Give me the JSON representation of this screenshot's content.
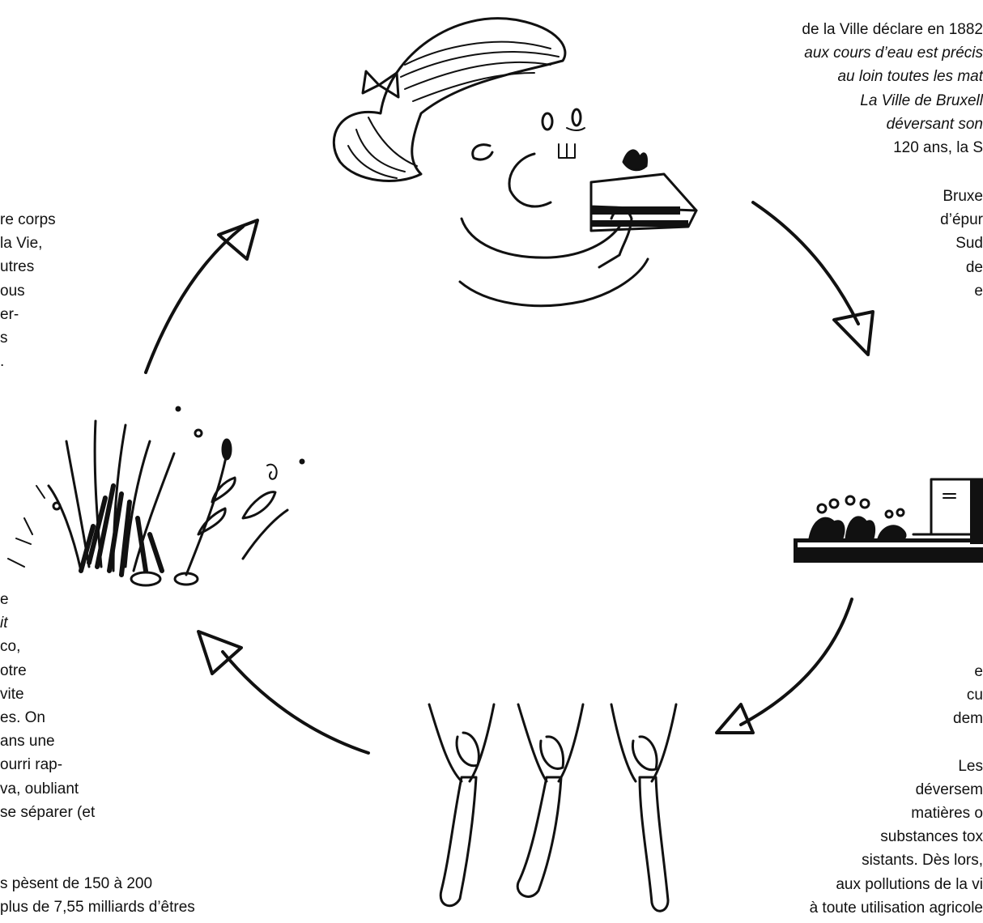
{
  "text_top_right": {
    "lines": [
      {
        "text": "de la Ville déclare en 1882",
        "italic": false
      },
      {
        "text": "aux cours d’eau est précis",
        "italic": true
      },
      {
        "text": "au loin toutes les mat",
        "italic": true
      },
      {
        "text": "La Ville de Bruxell",
        "italic": true
      },
      {
        "text": "déversant son",
        "italic": true
      },
      {
        "text": "120 ans, la S",
        "italic": false
      }
    ]
  },
  "text_mid_right": {
    "lines": [
      "Bruxe",
      "d’épur",
      "Sud",
      "de",
      "e"
    ]
  },
  "text_top_left": {
    "lines": [
      "re corps",
      "la Vie,",
      "utres",
      "ous",
      "er-",
      "s",
      "."
    ]
  },
  "text_bottom_left": {
    "lines": [
      {
        "text": "e",
        "italic": false
      },
      {
        "text": "it",
        "italic": true
      },
      {
        "text": "co,",
        "italic": false
      },
      {
        "text": "otre",
        "italic": false
      },
      {
        "text": "vite",
        "italic": false
      },
      {
        "text": "es. On",
        "italic": false
      },
      {
        "text": "ans une",
        "italic": false
      },
      {
        "text": "ourri rap-",
        "italic": false
      },
      {
        "text": "va, oubliant",
        "italic": false
      },
      {
        "text": "se séparer (et",
        "italic": false
      }
    ],
    "footer": [
      "s pèsent de 150 à 200",
      "plus de 7,55 milliards d’êtres"
    ]
  },
  "text_bottom_right": {
    "lines": [
      "e",
      "cu",
      "dem",
      "",
      "Les",
      "déversem",
      "matières o",
      "substances tox",
      "sistants. Dès lors,",
      "aux pollutions de la vi",
      "à toute utilisation agricole"
    ]
  },
  "illustrations": [
    "girl-eating-cake",
    "plant-bush",
    "flower-shelf",
    "worms",
    "arrow-top-left",
    "arrow-top-right",
    "arrow-bottom-right",
    "arrow-bottom-left"
  ]
}
